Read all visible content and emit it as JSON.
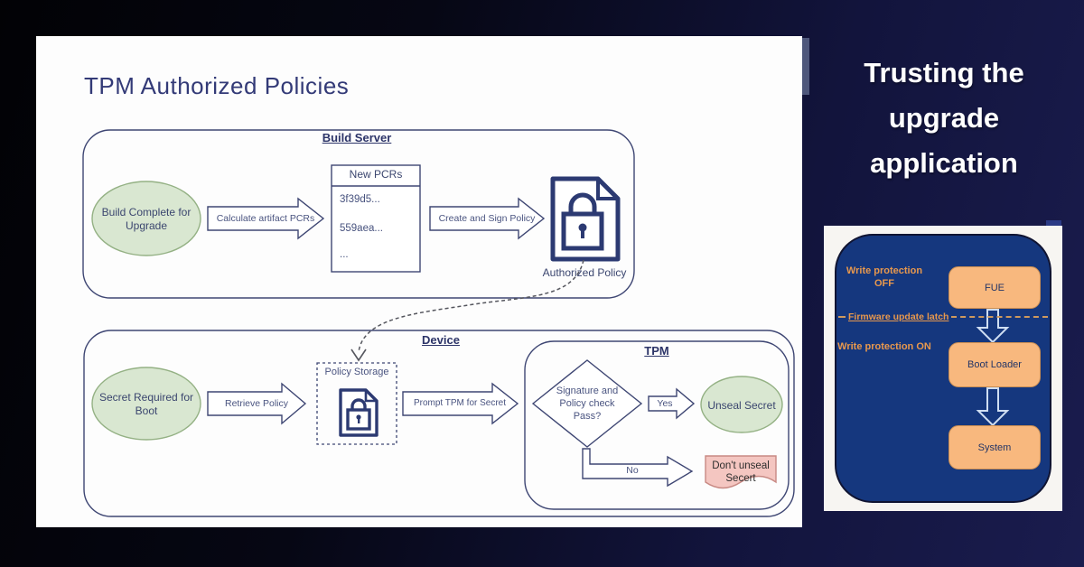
{
  "slide": {
    "title": "TPM Authorized Policies",
    "build_server": {
      "heading": "Build Server",
      "start": "Build Complete for Upgrade",
      "calc_arrow": "Calculate artifact PCRs",
      "pcr_title": "New PCRs",
      "pcr_items": [
        "3f39d5...",
        "559aea...",
        "..."
      ],
      "sign_arrow": "Create and Sign Policy",
      "policy_doc": "Authorized Policy"
    },
    "device": {
      "heading": "Device",
      "start": "Secret Required for Boot",
      "retrieve_arrow": "Retrieve Policy",
      "policy_storage": "Policy Storage",
      "prompt_arrow": "Prompt TPM for Secret",
      "tpm": {
        "heading": "TPM",
        "decision": "Signature and Policy check Pass?",
        "yes_label": "Yes",
        "no_label": "No",
        "unseal": "Unseal Secret",
        "dont_unseal": "Don't unseal Secert"
      }
    }
  },
  "sidebar": {
    "heading": "Trusting the upgrade application",
    "panel": {
      "write_protection_off": "Write protection OFF",
      "firmware_latch": "Firmware update latch",
      "write_protection_on": "Write protection ON",
      "stages": [
        "FUE",
        "Boot Loader",
        "System"
      ]
    }
  },
  "colors": {
    "background_navy": "#1a1c4e",
    "slide_bg": "#fdfdfd",
    "diagram_stroke": "#3e4673",
    "icon_navy": "#2c3a72",
    "green_fill": "#d9e7d1",
    "green_stroke": "#94b184",
    "pink_fill": "#f4c6c1",
    "pink_stroke": "#c88983",
    "panel_navy": "#15377e",
    "orange_fill": "#f8b87e",
    "orange_border": "#c98d52",
    "orange_text": "#e8984d",
    "arrow_outline": "#cfdef2"
  }
}
